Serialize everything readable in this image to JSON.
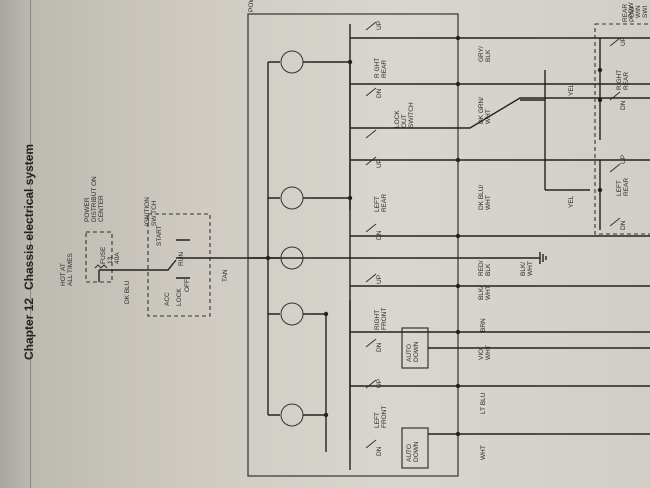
{
  "header": {
    "chapter": "Chapter 12",
    "title": "Chassis electrical system"
  },
  "power": {
    "hot_label": [
      "HOT AT",
      "ALL TIMES"
    ],
    "distribution_label": [
      "POWER",
      "DISTRIBUT ON",
      "CENTER"
    ],
    "fuse_label": [
      "FUSE",
      "13",
      "40A"
    ],
    "feed_wire": "DK BLU"
  },
  "ignition_switch": {
    "title": [
      "IGNITION",
      "SW TCH"
    ],
    "positions": [
      "START",
      "RUN",
      "OFF",
      "ACC",
      "LOCK"
    ],
    "output_wire": "TAN"
  },
  "switches": [
    {
      "name": [
        "R GHT",
        "REAR"
      ]
    },
    {
      "name": [
        "LOCK",
        "OUT",
        "SWITCH"
      ]
    },
    {
      "name": [
        "LEFT",
        "REAR"
      ]
    },
    {
      "name": [
        "RIGHT",
        "FRONT"
      ]
    },
    {
      "name": [
        "LEFT",
        "FRONT"
      ]
    }
  ],
  "switch_labels": {
    "up": "UP",
    "down": "DN",
    "auto_down": [
      "AUTO",
      "DOWN"
    ]
  },
  "wires": [
    {
      "label": [
        "GRY/",
        "BLK"
      ]
    },
    {
      "label": [
        "DK GRN/",
        "WHT"
      ]
    },
    {
      "label": [
        "DK BLU/",
        "WHT"
      ]
    },
    {
      "label": [
        "RED/",
        "BLK"
      ]
    },
    {
      "label": [
        "BLK/",
        "WHT"
      ]
    },
    {
      "label": [
        "BRN"
      ]
    },
    {
      "label": [
        "VIO/",
        "WHT"
      ]
    },
    {
      "label": [
        "LT BLU"
      ]
    },
    {
      "label": [
        "WHT"
      ]
    }
  ],
  "ground_wire": [
    "BLK/",
    "WHT"
  ],
  "yel_label": "YEL",
  "right_top_label": [
    "POW",
    "WIN",
    "SWI"
  ],
  "rear_switch": {
    "title": [
      "REAR",
      "POW",
      "WIND",
      "SWIT"
    ],
    "right": [
      "RIGHT",
      "REAR"
    ],
    "left": [
      "LEFT",
      "REAR"
    ],
    "up": "UP",
    "down": "DN"
  }
}
